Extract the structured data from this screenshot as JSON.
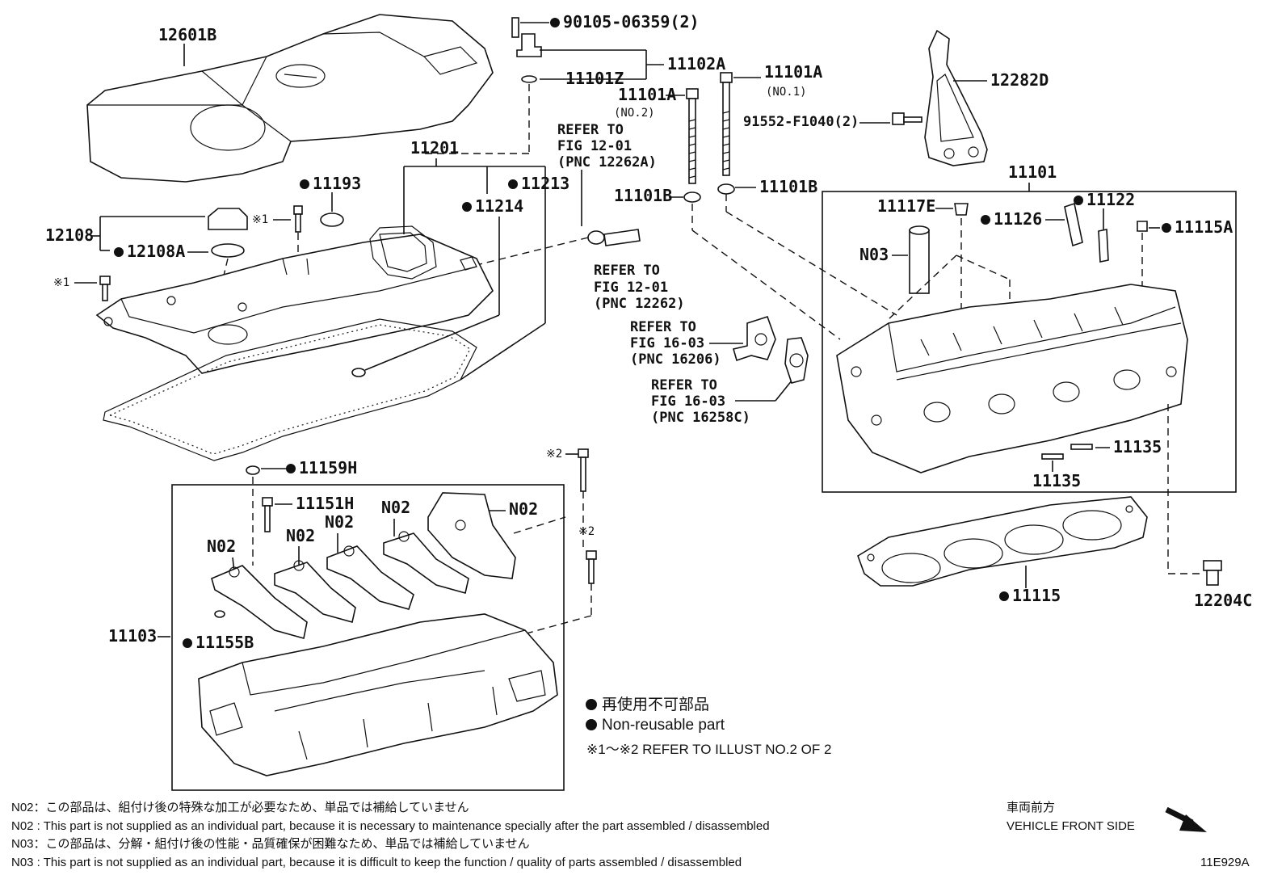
{
  "labels": {
    "p12601B": "12601B",
    "p90105": "90105-06359(2)",
    "p11102A": "11102A",
    "p11101Z": "11101Z",
    "p11101A_1": "11101A",
    "p11101A_1_note": "(NO.1)",
    "p11101A_2": "11101A",
    "p11101A_2_note": "(NO.2)",
    "p12282D": "12282D",
    "p91552": "91552-F1040(2)",
    "p11101B_l": "11101B",
    "p11101B_r": "11101B",
    "p11201": "11201",
    "p11193": "11193",
    "p11213": "11213",
    "p11214": "11214",
    "p12108": "12108",
    "p12108A": "12108A",
    "mark1_a": "※1",
    "mark1_b": "※1",
    "p11101": "11101",
    "p11117E": "11117E",
    "p11126": "11126",
    "p11122": "11122",
    "p11115A": "11115A",
    "pN03": "N03",
    "p11135_a": "11135",
    "p11135_b": "11135",
    "p11115": "11115",
    "p12204C": "12204C",
    "p11159H": "11159H",
    "p11151H": "11151H",
    "p11103": "11103",
    "p11155B": "11155B",
    "mark2_a": "※2",
    "mark2_b": "※2",
    "n02_a": "N02",
    "n02_b": "N02",
    "n02_c": "N02",
    "n02_d": "N02",
    "n02_e": "N02"
  },
  "references": [
    {
      "l1": "REFER TO",
      "l2": "FIG 12-01",
      "l3": "(PNC 12262A)"
    },
    {
      "l1": "REFER TO",
      "l2": "FIG 12-01",
      "l3": "(PNC 12262)"
    },
    {
      "l1": "REFER TO",
      "l2": "FIG 16-03",
      "l3": "(PNC 16206)"
    },
    {
      "l1": "REFER TO",
      "l2": "FIG 16-03",
      "l3": "(PNC 16258C)"
    }
  ],
  "legend": {
    "jp": "再使用不可部品",
    "en": "Non-reusable part",
    "refer": "※1～※2  REFER TO ILLUST NO.2 OF 2"
  },
  "notes": [
    "N02：この部品は、組付け後の特殊な加工が必要なため、単品では補給していません",
    "N02 : This part is not supplied as an individual part, because it is necessary to maintenance specially after the part assembled / disassembled",
    "N03：この部品は、分解・組付け後の性能・品質確保が困難なため、単品では補給していません",
    "N03 : This part is not supplied as an individual part, because it is difficult to keep the function / quality of parts  assembled / disassembled"
  ],
  "front": {
    "jp": "車両前方",
    "en": "VEHICLE FRONT SIDE"
  },
  "illust_no": "11E929A"
}
